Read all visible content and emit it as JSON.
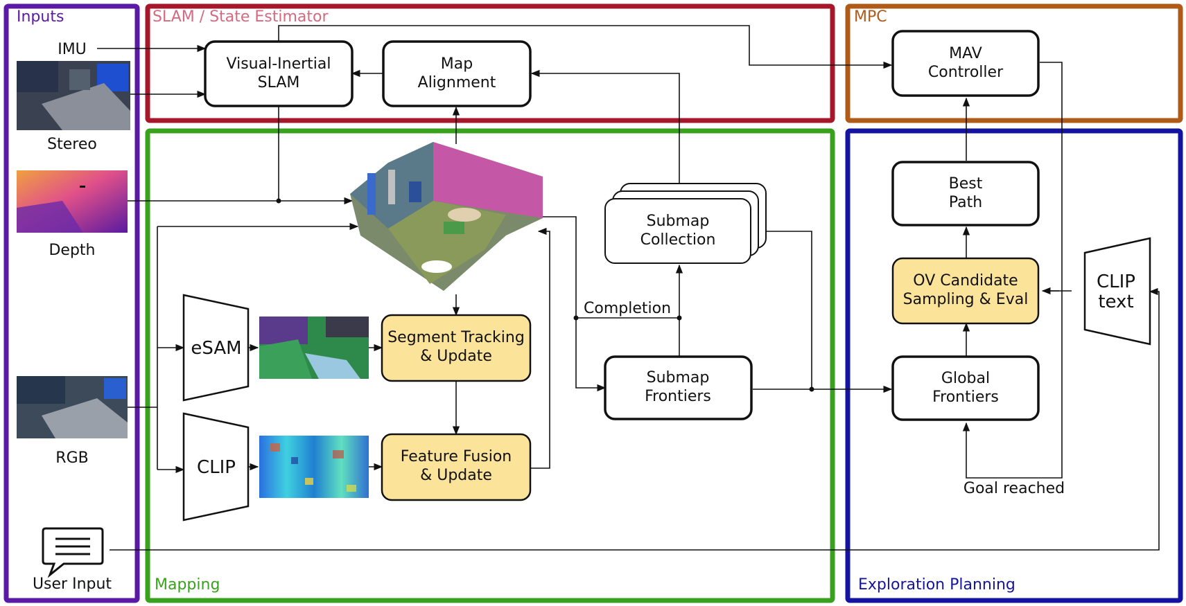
{
  "sections": {
    "inputs": "Inputs",
    "slam": "SLAM / State Estimator",
    "mpc": "MPC",
    "mapping": "Mapping",
    "exploration": "Exploration Planning"
  },
  "inputs": {
    "imu": "IMU",
    "stereo": "Stereo",
    "depth": "Depth",
    "rgb": "RGB",
    "user_input": "User Input"
  },
  "nodes": {
    "vi_slam": [
      "Visual-Inertial",
      "SLAM"
    ],
    "map_alignment": [
      "Map",
      "Alignment"
    ],
    "mav_controller": [
      "MAV",
      "Controller"
    ],
    "submap_collection": [
      "Submap",
      "Collection"
    ],
    "segment_tracking": [
      "Segment Tracking",
      "& Update"
    ],
    "feature_fusion": [
      "Feature Fusion",
      "& Update"
    ],
    "submap_frontiers": [
      "Submap",
      "Frontiers"
    ],
    "best_path": [
      "Best",
      "Path"
    ],
    "ov_candidate": [
      "OV Candidate",
      "Sampling & Eval"
    ],
    "global_frontiers": [
      "Global",
      "Frontiers"
    ]
  },
  "encoders": {
    "esam": "eSAM",
    "clip": "CLIP",
    "clip_text": [
      "CLIP",
      "text"
    ]
  },
  "edge_labels": {
    "completion": "Completion",
    "goal_reached": "Goal reached"
  },
  "colors": {
    "inputs": "#5b1aa6",
    "slam": "#a6172a",
    "mpc": "#b05a18",
    "mapping": "#3aa11e",
    "exploration": "#1514a0",
    "slam_title": "#d4697f",
    "yellow_box": "#fbe39a"
  }
}
